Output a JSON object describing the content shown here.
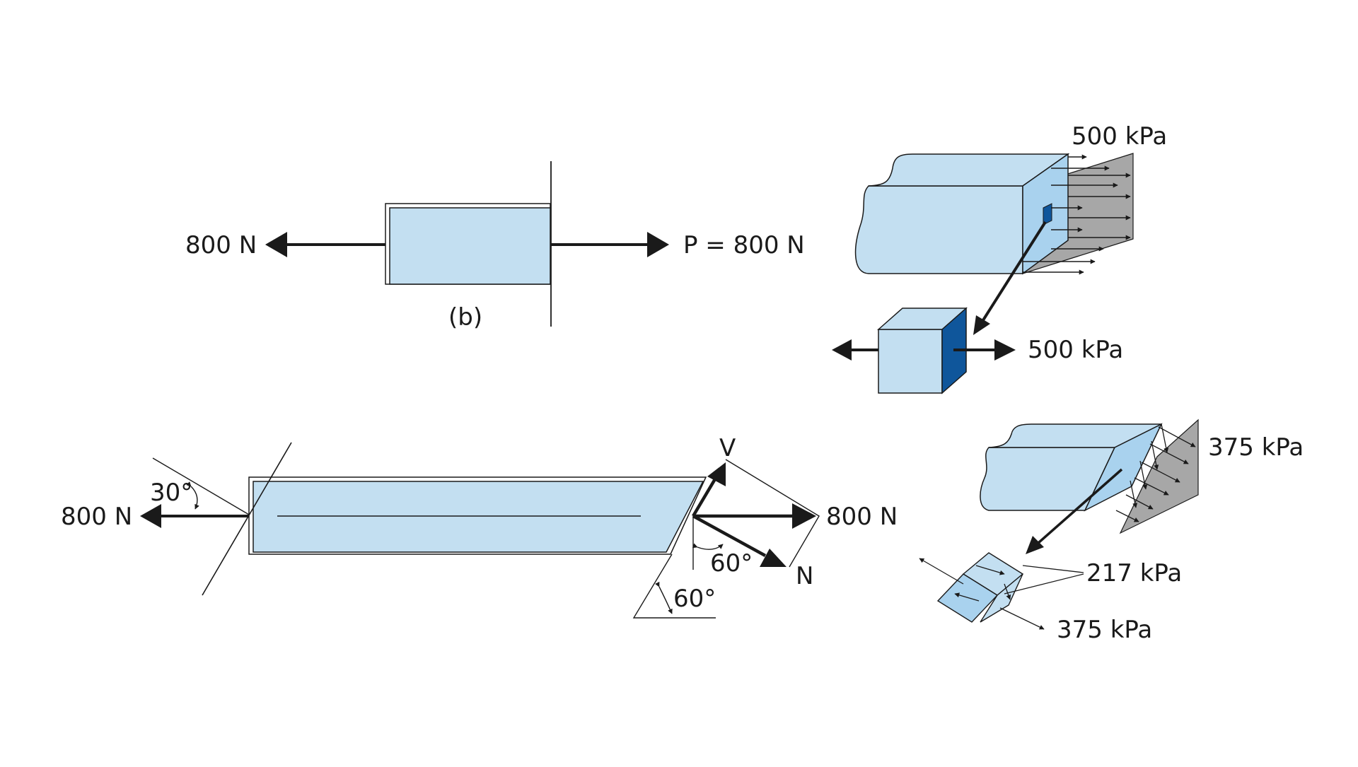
{
  "panel_top_left": {
    "left_force": "800 N",
    "right_force": "P = 800 N",
    "caption": "(b)"
  },
  "panel_top_right": {
    "surface_stress": "500 kPa",
    "element_stress": "500 kPa"
  },
  "panel_bottom_left": {
    "left_force": "800 N",
    "cut_angle": "30°",
    "resultant_force": "800 N",
    "shear_label": "V",
    "normal_label": "N",
    "force_angle": "60°",
    "plane_angle": "60°"
  },
  "panel_bottom_right": {
    "surface_stress": "375 kPa",
    "shear_stress": "217 kPa",
    "normal_stress": "375 kPa"
  },
  "colors": {
    "bar_fill": "#c3dff1",
    "element_face_dark": "#0f569b",
    "element_face_mid": "#a9d2ee",
    "stress_plane": "#a7a7a7",
    "ink": "#1a1a1a"
  }
}
